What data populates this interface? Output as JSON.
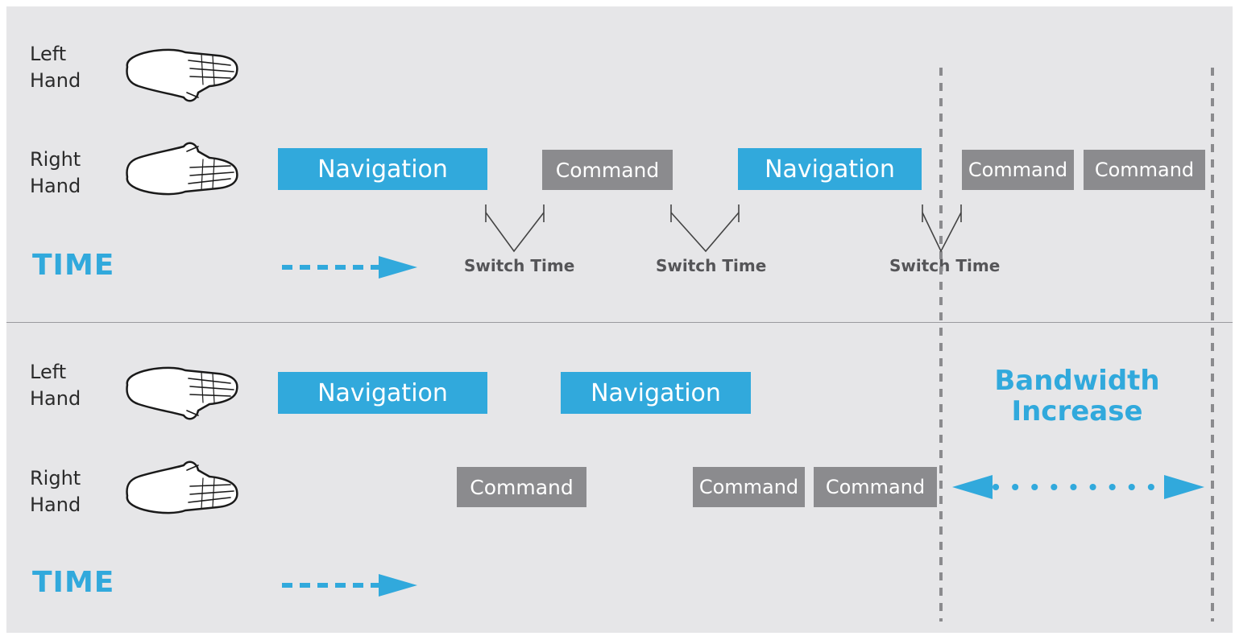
{
  "colors": {
    "navigation": "#31a9dc",
    "command": "#8b8b8e",
    "time": "#31a9dc",
    "background": "#e6e6e8"
  },
  "top": {
    "left_hand": {
      "line1": "Left",
      "line2": "Hand",
      "icon": "hand-icon"
    },
    "right_hand": {
      "line1": "Right",
      "line2": "Hand",
      "icon": "hand-icon"
    },
    "time_label": "TIME",
    "blocks": [
      {
        "label": "Navigation"
      },
      {
        "label": "Command"
      },
      {
        "label": "Navigation"
      },
      {
        "label": "Command"
      },
      {
        "label": "Command"
      }
    ],
    "switch_times": [
      "Switch Time",
      "Switch Time",
      "Switch Time"
    ]
  },
  "bottom": {
    "left_hand": {
      "line1": "Left",
      "line2": "Hand",
      "icon": "hand-icon"
    },
    "right_hand": {
      "line1": "Right",
      "line2": "Hand",
      "icon": "hand-icon"
    },
    "time_label": "TIME",
    "left_blocks": [
      {
        "label": "Navigation"
      },
      {
        "label": "Navigation"
      }
    ],
    "right_blocks": [
      {
        "label": "Command"
      },
      {
        "label": "Command"
      },
      {
        "label": "Command"
      }
    ],
    "bandwidth": {
      "line1": "Bandwidth",
      "line2": "Increase"
    }
  }
}
